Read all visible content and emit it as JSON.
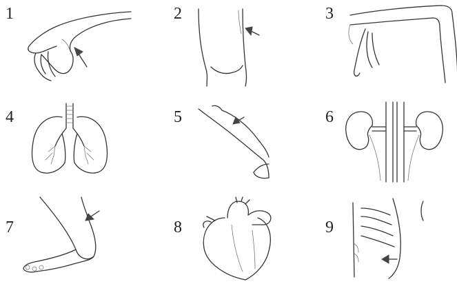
{
  "numbers": [
    "1",
    "2",
    "3",
    "4",
    "5",
    "6",
    "7",
    "8",
    "9"
  ],
  "items": [
    {
      "subject": "wrist",
      "icon": "wrist-icon"
    },
    {
      "subject": "knee",
      "icon": "knee-icon"
    },
    {
      "subject": "elbow",
      "icon": "elbow-icon"
    },
    {
      "subject": "lungs",
      "icon": "lungs-icon"
    },
    {
      "subject": "calf",
      "icon": "calf-icon"
    },
    {
      "subject": "kidneys",
      "icon": "kidneys-icon"
    },
    {
      "subject": "ankle",
      "icon": "ankle-icon"
    },
    {
      "subject": "heart",
      "icon": "heart-icon"
    },
    {
      "subject": "ribs",
      "icon": "ribs-icon"
    }
  ],
  "colors": {
    "ink": "#333333",
    "arrow": "#444444",
    "background": "#ffffff"
  }
}
